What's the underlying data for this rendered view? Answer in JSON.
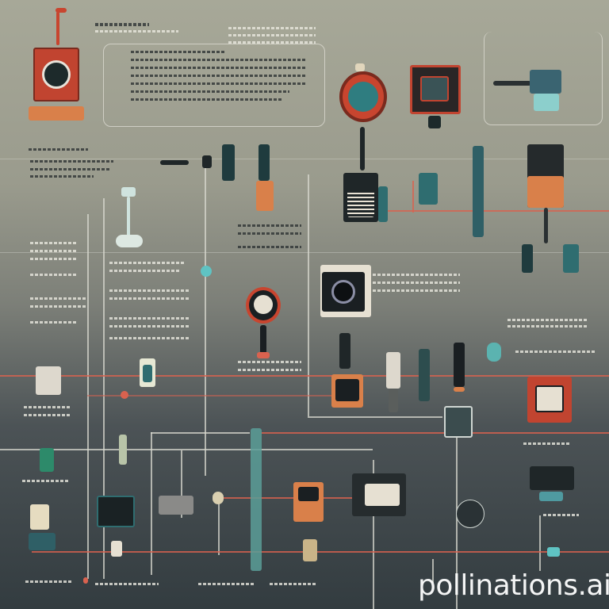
{
  "image": {
    "kind": "ai-generated infographic illustration",
    "subject": "network of electronic devices, sensors and meters connected by lines",
    "palette": {
      "background_top": "#a7a898",
      "background_bottom": "#333c40",
      "accent_red": "#c8452f",
      "accent_orange": "#d9804a",
      "accent_teal": "#2f6d70",
      "accent_cyan": "#5fc3c3",
      "line_light": "#d8d8cf",
      "line_red": "#d9624f"
    }
  },
  "watermark": {
    "text": "pollinations.ai"
  }
}
